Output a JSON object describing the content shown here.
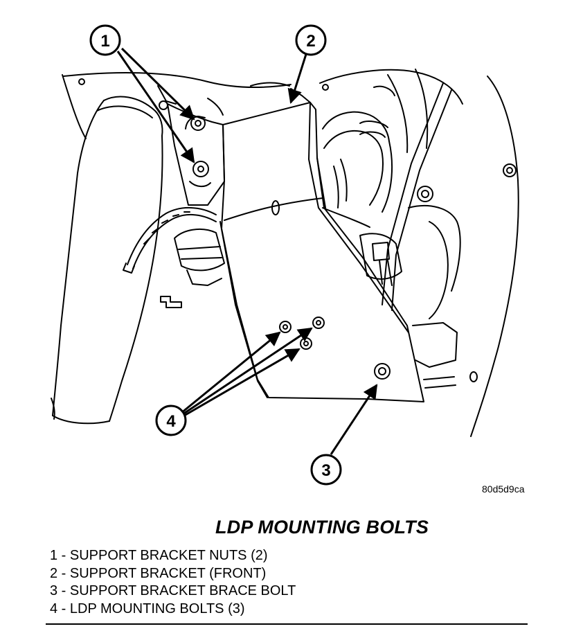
{
  "figure_id": "80d5d9ca",
  "title": "LDP MOUNTING BOLTS",
  "callouts": [
    "1",
    "2",
    "3",
    "4"
  ],
  "legend": [
    "1 - SUPPORT BRACKET NUTS (2)",
    "2 - SUPPORT BRACKET (FRONT)",
    "3 - SUPPORT BRACKET BRACE BOLT",
    "4 - LDP MOUNTING BOLTS (3)"
  ]
}
